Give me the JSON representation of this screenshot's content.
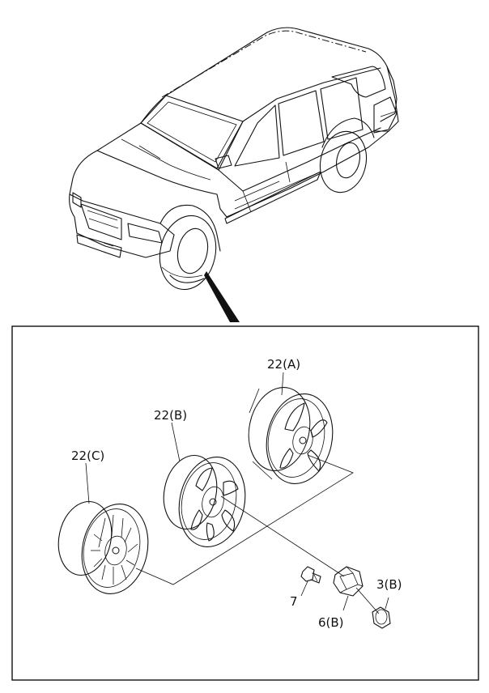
{
  "diagram": {
    "parts": [
      {
        "id": "wheel-a",
        "label": "22(A)"
      },
      {
        "id": "wheel-b",
        "label": "22(B)"
      },
      {
        "id": "wheel-c",
        "label": "22(C)"
      },
      {
        "id": "stud-7",
        "label": "7"
      },
      {
        "id": "cap-6b",
        "label": "6(B)"
      },
      {
        "id": "nut-3b",
        "label": "3(B)"
      }
    ]
  }
}
